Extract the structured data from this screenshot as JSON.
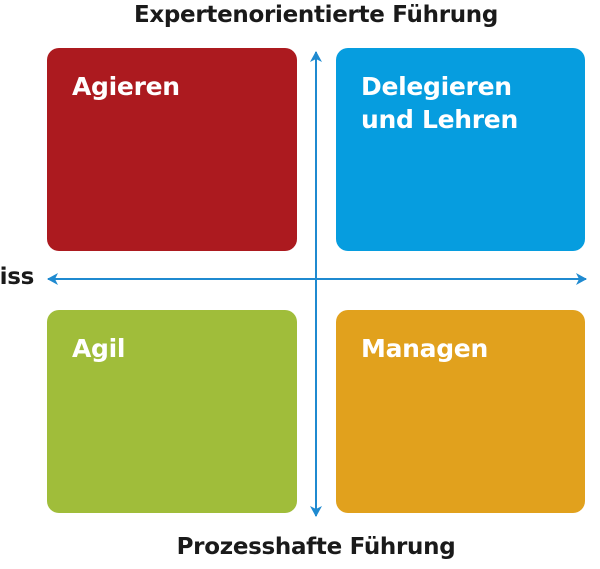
{
  "titles": {
    "top": "Expertenorientierte Führung",
    "bottom": "Prozesshafte Führung",
    "left": "iss"
  },
  "quadrants": {
    "top_left": {
      "line1": "Agieren",
      "line2": "",
      "color": "#ac1a1f"
    },
    "top_right": {
      "line1": "Delegieren",
      "line2": "und Lehren",
      "color": "#069ddf"
    },
    "bottom_left": {
      "line1": "Agil",
      "line2": "",
      "color": "#a0bd3a"
    },
    "bottom_right": {
      "line1": "Managen",
      "line2": "",
      "color": "#e1a11d"
    }
  },
  "axis_color": "#1f8ad0"
}
